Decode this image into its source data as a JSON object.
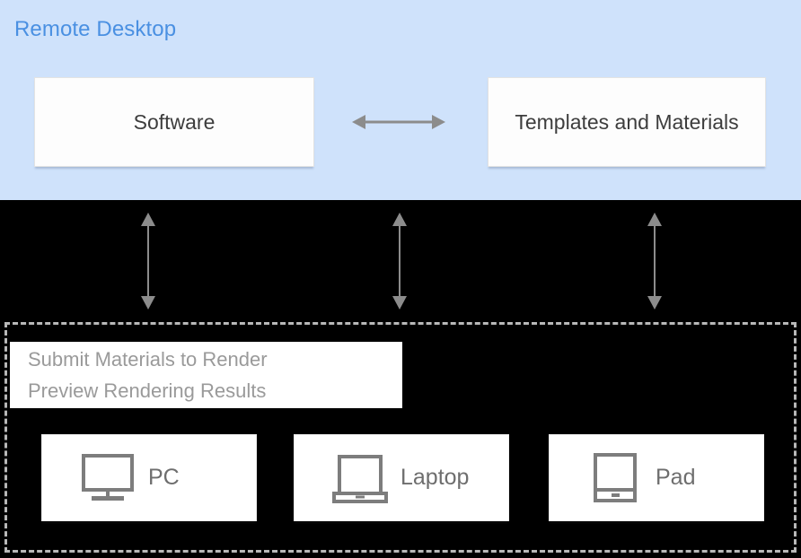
{
  "colors": {
    "panel_background": "#cfe2fb",
    "panel_title": "#4a90e2",
    "page_background": "#000000",
    "card_background": "#fdfdfd",
    "card_text": "#3d3d3d",
    "arrow": "#8c8c8c",
    "dashed_border": "#b8b8b8",
    "action_text": "#9a9a9a",
    "device_label": "#6e6e6e",
    "device_icon": "#7d7d7d"
  },
  "panel": {
    "title": "Remote Desktop",
    "cards": [
      {
        "id": "software",
        "label": "Software"
      },
      {
        "id": "templates",
        "label": "Templates and Materials"
      }
    ],
    "connector": {
      "name": "bidirectional-arrow",
      "direction": "horizontal",
      "double_headed": true
    }
  },
  "sync_band": {
    "arrows": [
      {
        "id": "pc",
        "name": "bidirectional-arrow-pc",
        "direction": "vertical",
        "double_headed": true
      },
      {
        "id": "laptop",
        "name": "bidirectional-arrow-laptop",
        "direction": "vertical",
        "double_headed": true
      },
      {
        "id": "pad",
        "name": "bidirectional-arrow-pad",
        "direction": "vertical",
        "double_headed": true
      }
    ]
  },
  "client_region": {
    "border_style": "dashed",
    "actions": [
      "Submit Materials to Render",
      "Preview Rendering Results"
    ],
    "devices": [
      {
        "id": "pc",
        "label": "PC",
        "icon": "desktop-monitor-icon"
      },
      {
        "id": "laptop",
        "label": "Laptop",
        "icon": "laptop-icon"
      },
      {
        "id": "pad",
        "label": "Pad",
        "icon": "tablet-icon"
      }
    ]
  }
}
